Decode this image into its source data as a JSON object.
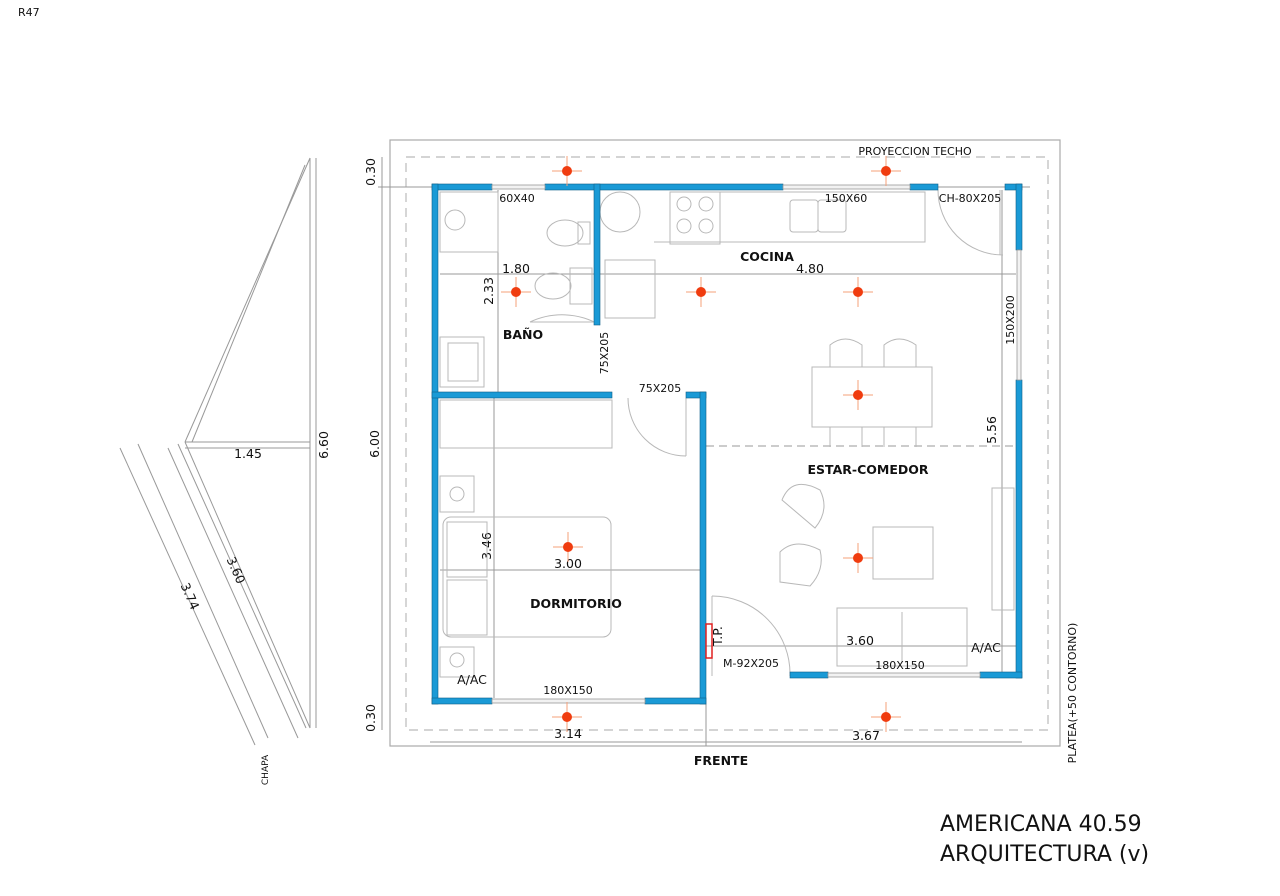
{
  "sheet_code": "R47",
  "title": {
    "line1": "AMERICANA 40.59",
    "line2": "ARQUITECTURA (v)"
  },
  "colors": {
    "wall": "#1a9ad6",
    "light_point": "#f03c0f"
  },
  "rooms": {
    "bano": "BAÑO",
    "cocina": "COCINA",
    "estar": "ESTAR-COMEDOR",
    "dormitorio": "DORMITORIO"
  },
  "labels": {
    "proyeccion": "PROYECCION TECHO",
    "frente": "FRENTE",
    "platea": "PLATEA(+50 CONTORNO)",
    "chapa": "CHAPA",
    "tp": "T.P.",
    "aac1": "A/AC",
    "aac2": "A/AC"
  },
  "openings": {
    "w_bano": "60X40",
    "w_cocina": "150X60",
    "door_back": "CH-80X205",
    "w_right": "150X200",
    "door_bano": "75X205",
    "door_dorm": "75X205",
    "door_main": "M-92X205",
    "w_estar": "180X150",
    "w_dorm": "180X150"
  },
  "dimensions": {
    "top_margin": "0.30",
    "total_depth": "6.00",
    "bottom_margin": "0.30",
    "front_left": "3.14",
    "front_right": "3.67",
    "bano_width": "1.80",
    "bano_depth": "2.33",
    "cocina_width": "4.80",
    "estar_depth": "5.56",
    "dorm_depth": "3.46",
    "dorm_width": "3.00",
    "estar_width": "3.60",
    "roof_run": "1.45",
    "roof_height": "6.60",
    "chapa_outer": "3.74",
    "chapa_inner": "3.60"
  }
}
